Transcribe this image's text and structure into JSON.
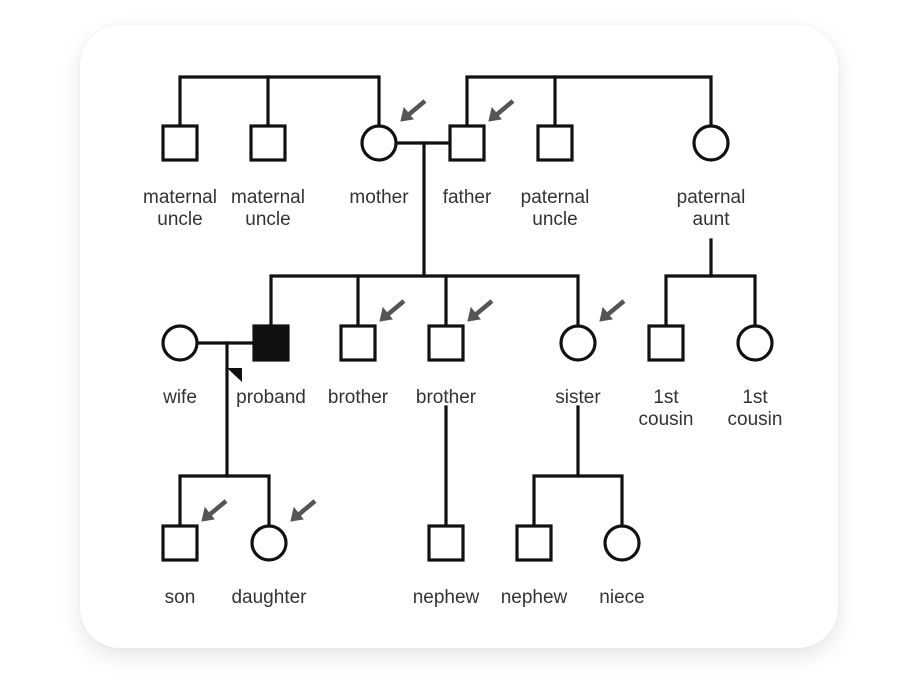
{
  "diagram": {
    "type": "pedigree",
    "colors": {
      "line": "#111111",
      "affected": "#111111",
      "arrow": "#555555",
      "label": "#333333"
    },
    "people": [
      {
        "id": "mu1",
        "label": [
          "maternal",
          "uncle"
        ],
        "sex": "male",
        "generation": 1
      },
      {
        "id": "mu2",
        "label": [
          "maternal",
          "uncle"
        ],
        "sex": "male",
        "generation": 1
      },
      {
        "id": "mother",
        "label": [
          "mother"
        ],
        "sex": "female",
        "generation": 1,
        "arrow": true
      },
      {
        "id": "father",
        "label": [
          "father"
        ],
        "sex": "male",
        "generation": 1,
        "arrow": true
      },
      {
        "id": "pu",
        "label": [
          "paternal",
          "uncle"
        ],
        "sex": "male",
        "generation": 1
      },
      {
        "id": "pa",
        "label": [
          "paternal",
          "aunt"
        ],
        "sex": "female",
        "generation": 1
      },
      {
        "id": "wife",
        "label": [
          "wife"
        ],
        "sex": "female",
        "generation": 2
      },
      {
        "id": "proband",
        "label": [
          "proband"
        ],
        "sex": "male",
        "generation": 2,
        "affected": true,
        "proband_marker": true
      },
      {
        "id": "brother1",
        "label": [
          "brother"
        ],
        "sex": "male",
        "generation": 2,
        "arrow": true
      },
      {
        "id": "brother2",
        "label": [
          "brother"
        ],
        "sex": "male",
        "generation": 2,
        "arrow": true
      },
      {
        "id": "sister",
        "label": [
          "sister"
        ],
        "sex": "female",
        "generation": 2,
        "arrow": true
      },
      {
        "id": "cousin1",
        "label": [
          "1st",
          "cousin"
        ],
        "sex": "male",
        "generation": 2
      },
      {
        "id": "cousin2",
        "label": [
          "1st",
          "cousin"
        ],
        "sex": "female",
        "generation": 2
      },
      {
        "id": "son",
        "label": [
          "son"
        ],
        "sex": "male",
        "generation": 3,
        "arrow": true
      },
      {
        "id": "daughter",
        "label": [
          "daughter"
        ],
        "sex": "female",
        "generation": 3,
        "arrow": true
      },
      {
        "id": "nephew1",
        "label": [
          "nephew"
        ],
        "sex": "male",
        "generation": 3
      },
      {
        "id": "nephew2",
        "label": [
          "nephew"
        ],
        "sex": "male",
        "generation": 3
      },
      {
        "id": "niece",
        "label": [
          "niece"
        ],
        "sex": "female",
        "generation": 3
      }
    ],
    "couples": [
      [
        "mother",
        "father"
      ],
      [
        "wife",
        "proband"
      ]
    ],
    "sibships": [
      {
        "parents": "maternal-grandparents",
        "children": [
          "mu1",
          "mu2",
          "mother"
        ]
      },
      {
        "parents": "paternal-grandparents",
        "children": [
          "father",
          "pu",
          "pa"
        ]
      },
      {
        "parents": [
          "mother",
          "father"
        ],
        "children": [
          "proband",
          "brother1",
          "brother2",
          "sister"
        ]
      },
      {
        "parents": [
          "pa"
        ],
        "children": [
          "cousin1",
          "cousin2"
        ]
      },
      {
        "parents": [
          "wife",
          "proband"
        ],
        "children": [
          "son",
          "daughter"
        ]
      },
      {
        "parents": [
          "brother2"
        ],
        "children": [
          "nephew1"
        ]
      },
      {
        "parents": [
          "sister"
        ],
        "children": [
          "nephew2",
          "niece"
        ]
      }
    ]
  }
}
